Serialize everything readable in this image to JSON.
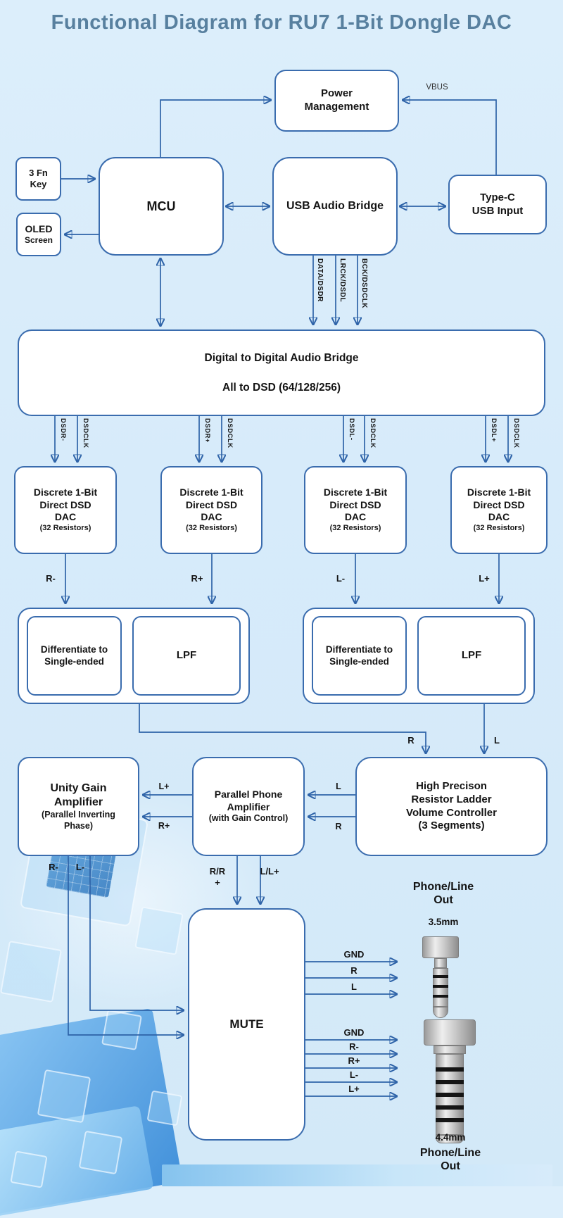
{
  "title": "Functional Diagram for RU7 1-Bit Dongle DAC",
  "colors": {
    "background": "#d7ebfa",
    "box_fill": "#ffffff",
    "box_border": "#3a6cae",
    "wire": "#2e63a8",
    "arrowhead": "#17457f",
    "title_text": "#58809f",
    "label_text": "#141414"
  },
  "blocks": {
    "power": "Power\nManagement",
    "fn_key": "3 Fn\nKey",
    "oled_line1": "OLED",
    "oled_line2": "Screen",
    "mcu": "MCU",
    "usb_bridge": "USB Audio Bridge",
    "typec": "Type-C\nUSB Input",
    "dd_bridge_line1": "Digital to Digital Audio Bridge",
    "dd_bridge_line2": "All to DSD (64/128/256)",
    "dac_title": "Discrete 1-Bit\nDirect DSD\nDAC",
    "dac_sub": "(32 Resistors)",
    "diff": "Differentiate to\nSingle-ended",
    "lpf": "LPF",
    "unity_title": "Unity Gain\nAmplifier",
    "unity_sub": "(Parallel Inverting\nPhase)",
    "pamp_title": "Parallel Phone\nAmplifier",
    "pamp_sub": "(with Gain Control)",
    "hprec": "High Precison\nResistor Ladder\nVolume Controller\n(3 Segments)",
    "mute": "MUTE"
  },
  "signals": {
    "vbus": "VBUS",
    "data_dsdr": "DATA/DSDR",
    "lrck_dsdl": "LRCK/DSDL",
    "bck_dsdclk": "BCK/DSDCLK",
    "dsdr_minus": "DSDR-",
    "dsdr_plus": "DSDR+",
    "dsdl_minus": "DSDL-",
    "dsdl_plus": "DSDL+",
    "dsdclk": "DSDCLK",
    "r_minus": "R-",
    "r_plus": "R+",
    "l_minus": "L-",
    "l_plus": "L+",
    "r": "R",
    "l": "L",
    "rr_plus": "R/R\n+",
    "ll_plus": "L/L+"
  },
  "outputs": {
    "jack35": {
      "title": "Phone/Line\nOut",
      "size": "3.5mm",
      "pins": [
        "GND",
        "R",
        "L"
      ]
    },
    "jack44": {
      "size": "4.4mm",
      "title": "Phone/Line\nOut",
      "pins": [
        "GND",
        "R-",
        "R+",
        "L-",
        "L+"
      ]
    }
  }
}
